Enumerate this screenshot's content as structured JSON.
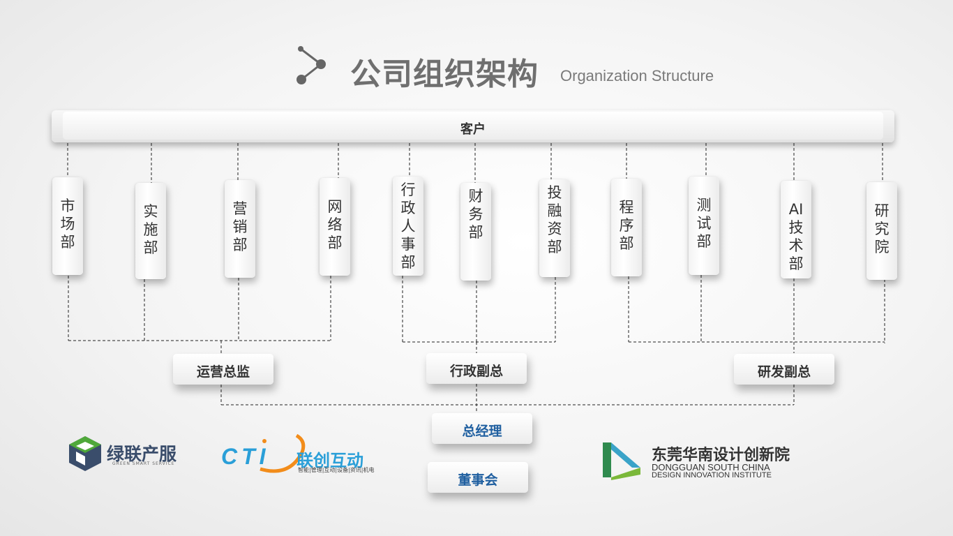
{
  "title": {
    "zh": "公司组织架构",
    "en": "Organization Structure"
  },
  "customer": "客户",
  "departments": [
    {
      "label": "市场部"
    },
    {
      "label": "实施部"
    },
    {
      "label": "营销部"
    },
    {
      "label": "网络部"
    },
    {
      "label": "行政人事部"
    },
    {
      "label": "财务部"
    },
    {
      "label": "投融资部"
    },
    {
      "label": "程序部"
    },
    {
      "label": "测试部"
    },
    {
      "label": "AI技术部"
    },
    {
      "label": "研究院"
    }
  ],
  "executives": {
    "ops_director": "运营总监",
    "admin_vp": "行政副总",
    "rd_vp": "研发副总",
    "gm": "总经理",
    "board": "董事会"
  },
  "colors": {
    "gm_text": "#1f5fa0",
    "line": "#222222"
  },
  "logos": {
    "lvlian": {
      "name": "绿联产服",
      "tagline": "GREEN SMART SERVICE",
      "icon": "cube-logo-icon"
    },
    "cti": {
      "mark": "CTI",
      "name": "联创互动",
      "tagline": "智能|管理|互动|设备|资讯|机电",
      "icon": "cti-swoosh-icon"
    },
    "dongguan": {
      "name": "东莞华南设计创新院",
      "en1": "DONGGUAN SOUTH CHINA",
      "en2": "DESIGN INNOVATION INSTITUTE",
      "icon": "triangle-logo-icon"
    }
  }
}
